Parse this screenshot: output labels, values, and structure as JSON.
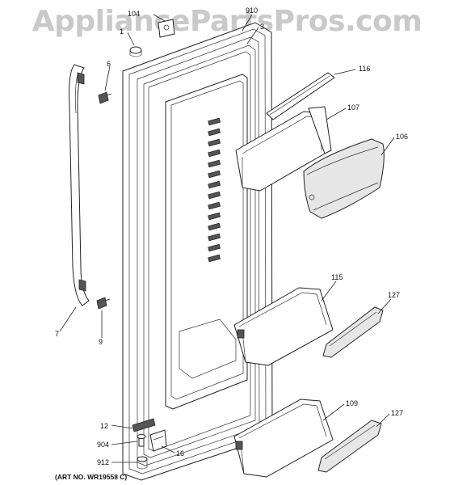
{
  "watermark": "AppliancePartsPros.com",
  "art_number": "(ART NO. WR19558 C)",
  "callouts": {
    "c104": "104",
    "c910": "910",
    "c1": "1",
    "c3": "3",
    "c6": "6",
    "c116": "116",
    "c107": "107",
    "c106": "106",
    "c115": "115",
    "c127a": "127",
    "c7": "7",
    "c9": "9",
    "c109": "109",
    "c127b": "127",
    "c12": "12",
    "c904": "904",
    "c16": "16",
    "c912": "912"
  }
}
